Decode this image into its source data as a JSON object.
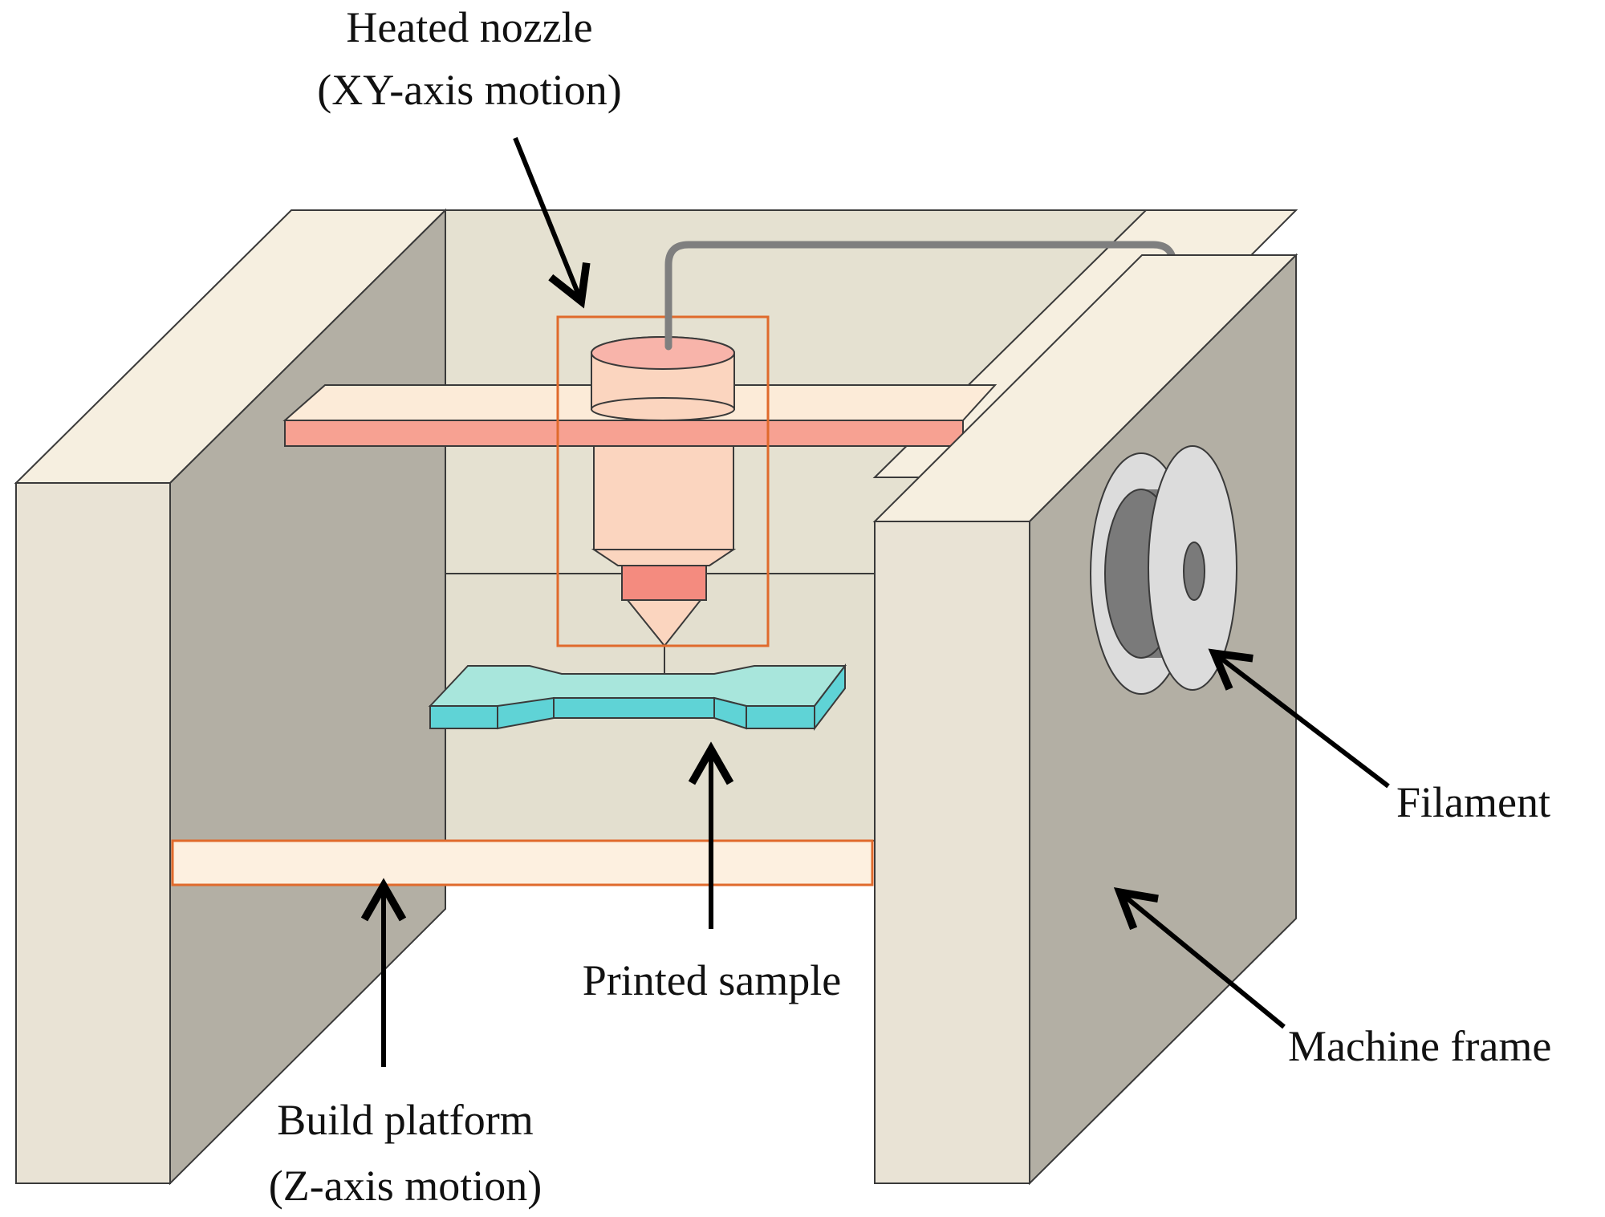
{
  "labels": {
    "nozzle_line1": "Heated nozzle",
    "nozzle_line2": "(XY-axis motion)",
    "filament": "Filament",
    "machine_frame": "Machine frame",
    "printed_sample": "Printed sample",
    "platform_line1": "Build platform",
    "platform_line2": "(Z-axis motion)"
  },
  "colors": {
    "frame_face": "#e9e3d5",
    "frame_side": "#b3afa4",
    "frame_top": "#f6efe0",
    "frame_back": "#e5e1d1",
    "gantry_top": "#fcebd8",
    "gantry_front": "#f7a192",
    "nozzle_body": "#fbd5bf",
    "nozzle_top": "#f8b4aa",
    "nozzle_collar": "#f48b7f",
    "highlight_box": "#e06a2c",
    "sample_top": "#a8e6dc",
    "sample_edge": "#5fd3d6",
    "spool_disc": "#dcdcdc",
    "spool_core": "#7a7a7a",
    "filament_line": "#7f7f7f",
    "platform": "#fdf0e0"
  }
}
